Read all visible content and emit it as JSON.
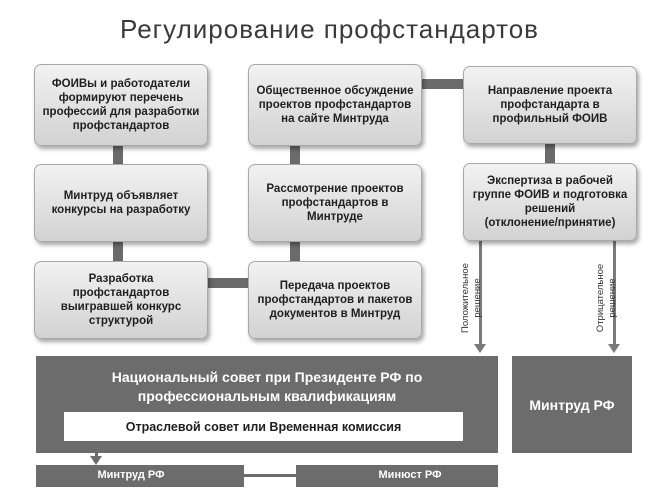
{
  "title": "Регулирование профстандартов",
  "boxes": {
    "foiv_employers": "ФОИВы и работодатели\nформируют перечень\nпрофессий для разработки\nпрофстандартов",
    "mintrud_contests": "Минтруд объявляет\nконкурсы на разработку",
    "development": "Разработка профстандартов\nвыигравшей конкурс\nструктурой",
    "public_discussion": "Общественное обсуждение\nпроектов профстандартов\nна сайте Минтруда",
    "review_mintrud": "Рассмотрение проектов\nпрофстандартов в Минтруде",
    "transfer_mintrud": "Передача проектов\nпрофстандартов и пакетов\nдокументов в Минтруд",
    "send_foiv": "Направление проекта\nпрофстандарта в\nпрофильный ФОИВ",
    "expertise": "Экспертиза в рабочей\nгруппе ФОИВ и подготовка\nрешений\n(отклонение/принятие)"
  },
  "arrow_labels": {
    "positive": "Положительное\nрешение",
    "negative": "Отрицательное\nрешение"
  },
  "national_council": {
    "title": "Национальный совет при Президенте РФ по\nпрофессиональным квалификациям",
    "subcouncil": "Отраслевой совет или Временная комиссия"
  },
  "mintrud_rf_right": "Минтруд РФ",
  "bottom": {
    "mintrud": "Минтруд РФ",
    "minjust": "Минюст РФ"
  }
}
